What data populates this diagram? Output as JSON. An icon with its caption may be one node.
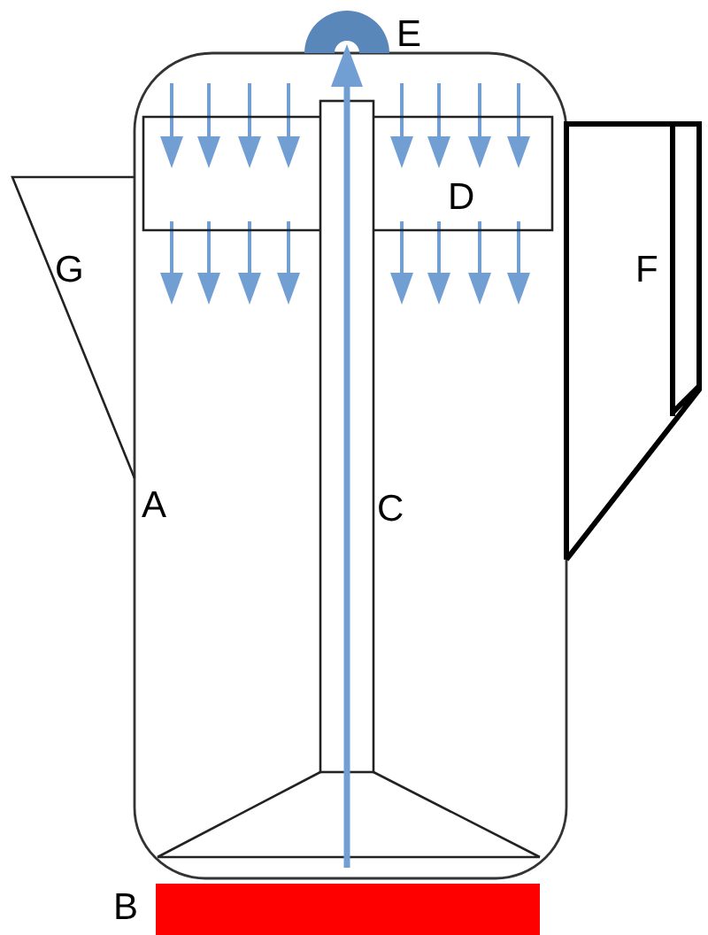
{
  "diagram": {
    "nodes": [
      {
        "text": [
          "D"
        ]
      }
    ],
    "labels": [
      "E",
      "G",
      "F",
      "A",
      "C",
      "B"
    ]
  }
}
